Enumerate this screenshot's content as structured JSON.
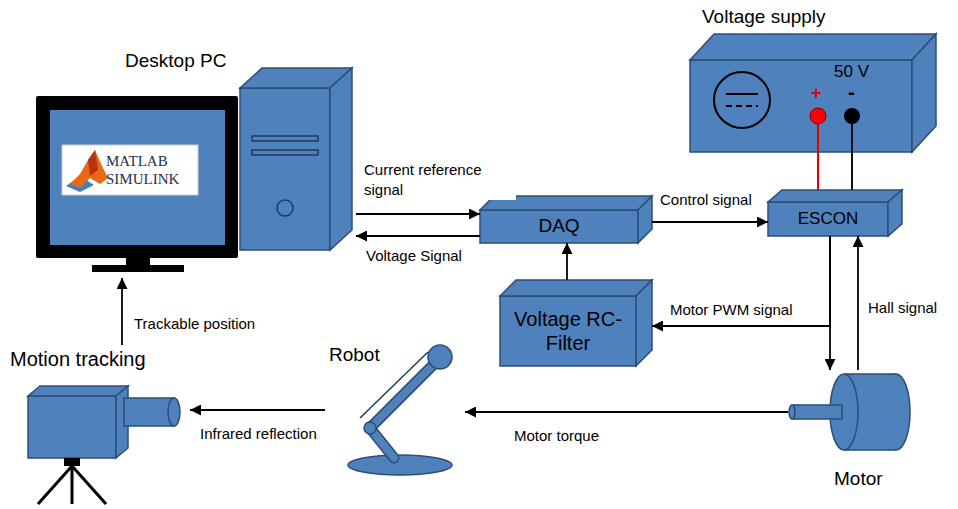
{
  "diagram": {
    "nodes": [
      {
        "text": [
          "Desktop PC"
        ]
      },
      {
        "text": [
          "MATLAB SIMULINK"
        ],
        "in": 0
      },
      {
        "text": [
          "Voltage supply",
          "50 V"
        ]
      },
      {
        "text": [
          "DAQ"
        ]
      },
      {
        "text": [
          "ESCON"
        ]
      },
      {
        "text": [
          "Voltage RC-Filter"
        ]
      },
      {
        "text": [
          "Motor"
        ]
      },
      {
        "text": [
          "Robot"
        ]
      },
      {
        "text": [
          "Motion tracking"
        ]
      }
    ],
    "edges": [
      {
        "from": 0,
        "to": 3,
        "label": "Current reference signal",
        "arrow": "to"
      },
      {
        "from": 3,
        "to": 0,
        "label": "Voltage Signal",
        "arrow": "to"
      },
      {
        "from": 3,
        "to": 4,
        "label": "Control signal",
        "arrow": "to"
      },
      {
        "from": 4,
        "to": 6,
        "arrow": "to"
      },
      {
        "from": 6,
        "to": 4,
        "label": "Hall signal",
        "arrow": "to"
      },
      {
        "from": 4,
        "to": 5,
        "label": "Motor PWM signal",
        "arrow": "to"
      },
      {
        "from": 5,
        "to": 3,
        "arrow": "to"
      },
      {
        "from": 6,
        "to": 7,
        "label": "Motor torque",
        "arrow": "to"
      },
      {
        "from": 7,
        "to": 8,
        "label": "Infrared reflection",
        "arrow": "to"
      },
      {
        "from": 8,
        "to": 0,
        "label": "Trackable position",
        "arrow": "to"
      },
      {
        "from": 2,
        "to": 4,
        "arrow": "none"
      },
      {
        "from": 2,
        "to": 4,
        "arrow": "none"
      }
    ],
    "labels": [
      "+",
      "-"
    ]
  }
}
